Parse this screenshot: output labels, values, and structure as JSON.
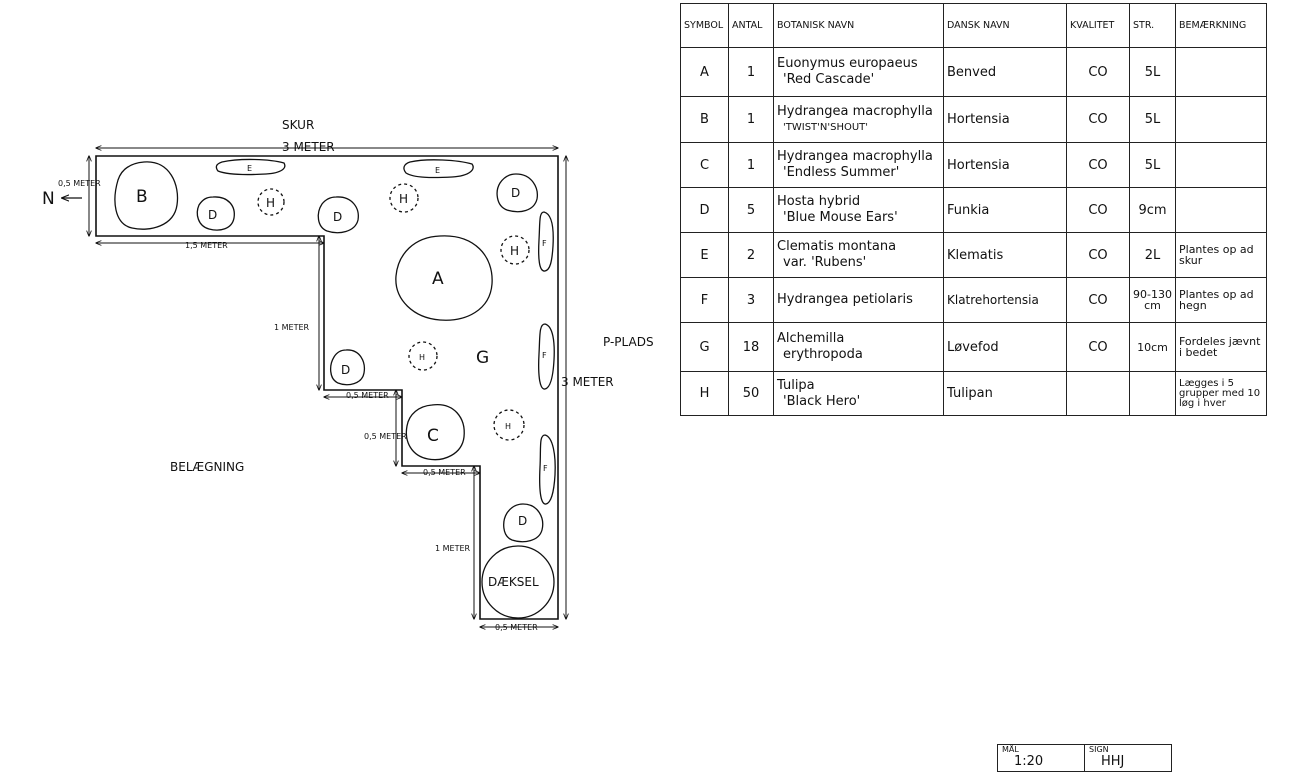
{
  "plan": {
    "labels": {
      "skur": "SKUR",
      "north": "N",
      "p_plads": "P-PLADS",
      "belaegning": "BELÆGNING",
      "daeksel": "DÆKSEL",
      "g_area": "G"
    },
    "dimensions": {
      "top_width": "3 METER",
      "left_depth": "0,5 METER",
      "upper_ledge": "1,5 METER",
      "left_step": "1 METER",
      "right_height": "3 METER",
      "mid_ledge": "0,5 METER",
      "mid_step": "0,5 METER",
      "low_ledge": "0,5 METER",
      "low_step": "1 METER",
      "bottom_width": "0,5 METER"
    },
    "plants": [
      {
        "symbol": "B"
      },
      {
        "symbol": "D"
      },
      {
        "symbol": "H"
      },
      {
        "symbol": "E"
      },
      {
        "symbol": "D"
      },
      {
        "symbol": "H"
      },
      {
        "symbol": "E"
      },
      {
        "symbol": "D"
      },
      {
        "symbol": "F"
      },
      {
        "symbol": "H"
      },
      {
        "symbol": "A"
      },
      {
        "symbol": "D"
      },
      {
        "symbol": "H"
      },
      {
        "symbol": "F"
      },
      {
        "symbol": "C"
      },
      {
        "symbol": "H"
      },
      {
        "symbol": "F"
      },
      {
        "symbol": "D"
      }
    ]
  },
  "table": {
    "headers": [
      "SYMBOL",
      "ANTAL",
      "BOTANISK NAVN",
      "DANSK NAVN",
      "KVALITET",
      "STR.",
      "BEMÆRKNING"
    ],
    "rows": [
      {
        "symbol": "A",
        "antal": "1",
        "bot1": "Euonymus europaeus",
        "bot2": "'Red Cascade'",
        "dansk": "Benved",
        "kvalitet": "CO",
        "str": "5L",
        "bem": ""
      },
      {
        "symbol": "B",
        "antal": "1",
        "bot1": "Hydrangea macrophylla",
        "bot2": "'TWIST'N'SHOUT'",
        "dansk": "Hortensia",
        "kvalitet": "CO",
        "str": "5L",
        "bem": ""
      },
      {
        "symbol": "C",
        "antal": "1",
        "bot1": "Hydrangea macrophylla",
        "bot2": "'Endless Summer'",
        "dansk": "Hortensia",
        "kvalitet": "CO",
        "str": "5L",
        "bem": ""
      },
      {
        "symbol": "D",
        "antal": "5",
        "bot1": "Hosta hybrid",
        "bot2": "'Blue Mouse Ears'",
        "dansk": "Funkia",
        "kvalitet": "CO",
        "str": "9cm",
        "bem": ""
      },
      {
        "symbol": "E",
        "antal": "2",
        "bot1": "Clematis montana",
        "bot2": "var. 'Rubens'",
        "dansk": "Klematis",
        "kvalitet": "CO",
        "str": "2L",
        "bem": "Plantes op ad skur"
      },
      {
        "symbol": "F",
        "antal": "3",
        "bot1": "Hydrangea petiolaris",
        "bot2": "",
        "dansk": "Klatrehortensia",
        "kvalitet": "CO",
        "str": "90-130 cm",
        "bem": "Plantes op ad hegn"
      },
      {
        "symbol": "G",
        "antal": "18",
        "bot1": "Alchemilla",
        "bot2": "erythropoda",
        "dansk": "Løvefod",
        "kvalitet": "CO",
        "str": "10cm",
        "bem": "Fordeles jævnt i bedet"
      },
      {
        "symbol": "H",
        "antal": "50",
        "bot1": "Tulipa",
        "bot2": "'Black Hero'",
        "dansk": "Tulipan",
        "kvalitet": "",
        "str": "",
        "bem": "Lægges i 5 grupper med 10 løg i hver"
      }
    ]
  },
  "title_block": {
    "scale_label": "MÅL",
    "scale_value": "1:20",
    "sign_label": "SIGN",
    "sign_value": "HHJ"
  }
}
